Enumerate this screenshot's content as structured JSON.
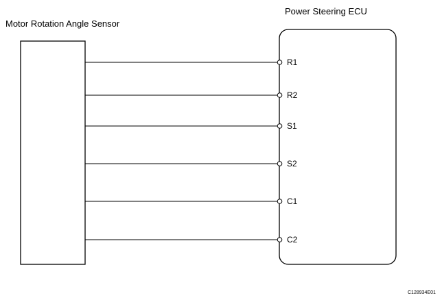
{
  "sensor": {
    "label": "Motor Rotation Angle Sensor"
  },
  "ecu": {
    "label": "Power Steering ECU"
  },
  "connections": [
    {
      "terminal": "R1"
    },
    {
      "terminal": "R2"
    },
    {
      "terminal": "S1"
    },
    {
      "terminal": "S2"
    },
    {
      "terminal": "C1"
    },
    {
      "terminal": "C2"
    }
  ],
  "figure_code": "C128934E01"
}
